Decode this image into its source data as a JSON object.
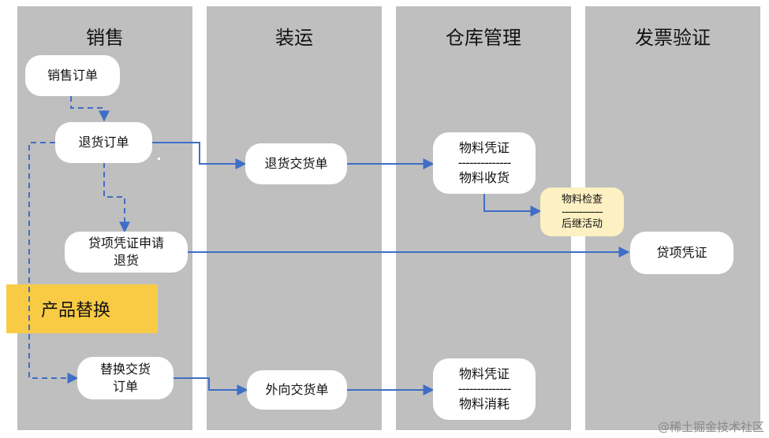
{
  "lanes": [
    "销售",
    "装运",
    "仓库管理",
    "发票验证"
  ],
  "nodes": {
    "sales_order": "销售订单",
    "return_order": "退货订单",
    "credit_memo_request_line1": "贷项凭证申请",
    "credit_memo_request_line2": "退货",
    "replacement_delivery_line1": "替换交货",
    "replacement_delivery_line2": "订单",
    "return_delivery": "退货交货单",
    "outbound_delivery": "外向交货单",
    "material_doc_receipt": {
      "top": "物料凭证",
      "sep": "--------------",
      "bottom": "物料收货"
    },
    "material_doc_consume": {
      "top": "物料凭证",
      "sep": "--------------",
      "bottom": "物料消耗"
    },
    "inspection": {
      "top": "物料检查",
      "sep": "--------------",
      "bottom": "后继活动"
    },
    "credit_memo": "贷项凭证"
  },
  "highlight_label": "产品替换",
  "watermark": "@稀土掘金技术社区",
  "colors": {
    "lane": "#bfbfbf",
    "arrow": "#3f6ec6",
    "highlight": "#f9cb45",
    "inspection_bg": "#fdf0c2"
  }
}
